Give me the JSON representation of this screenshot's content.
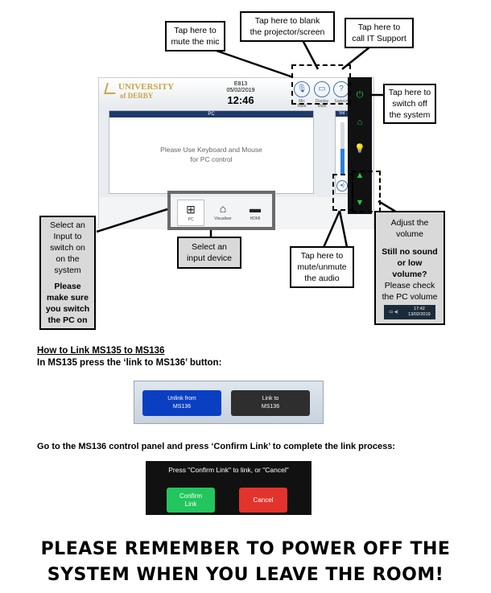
{
  "callouts": {
    "mute_mic": "Tap here to\nmute the mic",
    "blank_projector": "Tap here to blank\nthe projector/screen",
    "call_it": "Tap here to\ncall IT Support",
    "switch_off": "Tap here to\nswitch off\nthe system",
    "select_input_a": "Select an\nInput to\nswitch on\non the system",
    "select_input_b": "Please\nmake sure\nyou switch\nthe PC on",
    "select_device": "Select an\ninput device",
    "mute_audio": "Tap here to\nmute/unmute\nthe audio",
    "volume_a": "Adjust the\nvolume",
    "volume_b": "Still no sound\nor low\nvolume?",
    "volume_c": "Please check\nthe PC volume",
    "taskbar_time": "17:42",
    "taskbar_date": "13/02/2019"
  },
  "panel": {
    "logo_line1": "UNIVERSITY",
    "logo_line2": "of DERBY",
    "room": "E813",
    "date": "05/02/2019",
    "time": "12:46",
    "icons": [
      {
        "label": "Mic\nMute",
        "glyph": "🎙"
      },
      {
        "label": "Display\nMute",
        "glyph": "▭"
      },
      {
        "label": "Support",
        "glyph": "?"
      }
    ],
    "pc_title": "PC",
    "pc_message": "Please Use Keyboard and Mouse\nfor PC control",
    "vol_title": "Vol",
    "vol_level": 0.5,
    "inputs": [
      {
        "label": "PC",
        "glyph": "⊞"
      },
      {
        "label": "Visualiser",
        "glyph": "⌂"
      },
      {
        "label": "HDMI",
        "glyph": "▬"
      }
    ]
  },
  "sidebar_icons": [
    "⏻",
    "⌂",
    "💡",
    "▲",
    "▼"
  ],
  "link_section": {
    "heading": "How to Link MS135 to MS136",
    "instruction": "In MS135 press the ‘link to MS136’  button:",
    "unlink_label": "Unlink from\nMS136",
    "link_label": "Link to\nMS136",
    "step2": "Go to the MS136 control panel and press ‘Confirm Link’ to complete the link process:",
    "confirm_prompt": "Press \"Confirm Link\" to link, or \"Cancel\"",
    "confirm_label": "Confirm\nLink",
    "cancel_label": "Cancel"
  },
  "footer": {
    "line1": "PLEASE REMEMBER TO POWER OFF THE",
    "line2": "SYSTEM WHEN YOU LEAVE THE ROOM!"
  },
  "colors": {
    "unlink_blue": "#0a3fc2",
    "link_dark": "#2e2e2e",
    "confirm_green": "#22c55e",
    "cancel_red": "#e2342c",
    "accent_green": "#27c94a"
  }
}
